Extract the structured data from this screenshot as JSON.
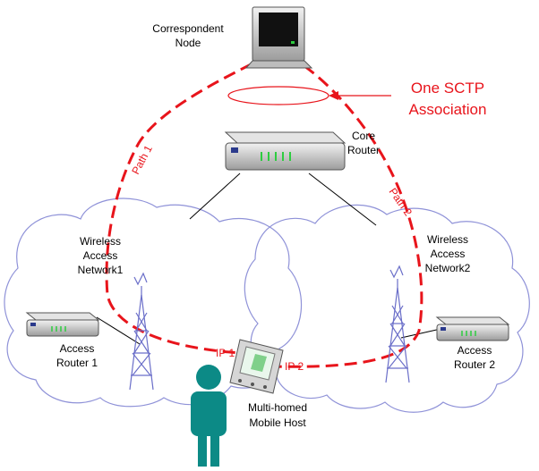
{
  "correspondent_node": {
    "line1": "Correspondent",
    "line2": "Node"
  },
  "association": {
    "line1": "One SCTP",
    "line2": "Association"
  },
  "core_router": {
    "line1": "Core",
    "line2": "Router"
  },
  "path1": "Path 1",
  "path2": "Path 2",
  "network1": {
    "line1": "Wireless",
    "line2": "Access",
    "line3": "Network1"
  },
  "network2": {
    "line1": "Wireless",
    "line2": "Access",
    "line3": "Network2"
  },
  "access_router1": {
    "line1": "Access",
    "line2": "Router 1"
  },
  "access_router2": {
    "line1": "Access",
    "line2": "Router 2"
  },
  "ip1": "IP 1",
  "ip2": "IP 2",
  "mobile_host": {
    "line1": "Multi-homed",
    "line2": "Mobile Host"
  },
  "colors": {
    "path": "#e8141b",
    "cloud": "#8f92d8",
    "person": "#0c8a86",
    "device": "#c9c9c9"
  }
}
